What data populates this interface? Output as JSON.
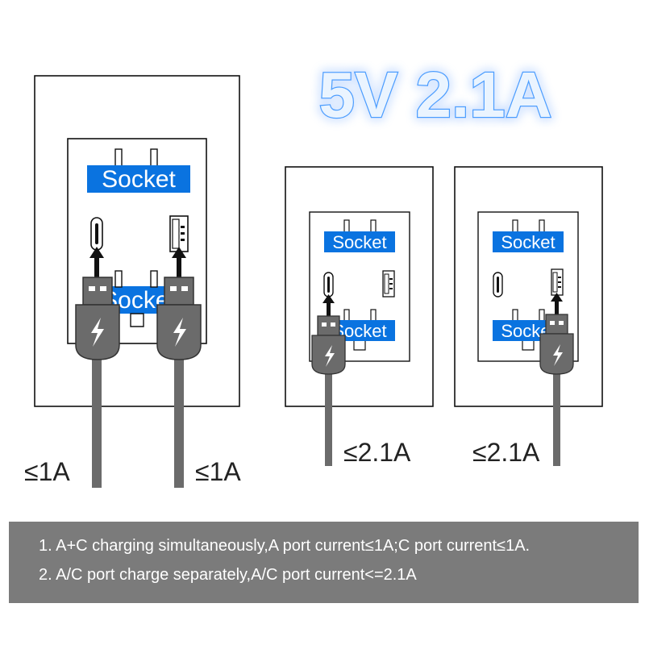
{
  "headline": "5V 2.1A",
  "colors": {
    "socket_label_bg": "#0a73e0",
    "headline_glow": "#4a9dff",
    "notes_bg": "#7b7b7b",
    "cable": "#6b6b6b"
  },
  "panels": [
    {
      "name": "combined-charging",
      "socket_labels": [
        "Socket",
        "Socket"
      ],
      "plugs": [
        {
          "port": "usb-c",
          "current_label": "≤1A"
        },
        {
          "port": "usb-a",
          "current_label": "≤1A"
        }
      ]
    },
    {
      "name": "c-port-only",
      "socket_labels": [
        "Socket",
        "Socket"
      ],
      "plugs": [
        {
          "port": "usb-c",
          "current_label": "≤2.1A"
        }
      ]
    },
    {
      "name": "a-port-only",
      "socket_labels": [
        "Socket",
        "Socket"
      ],
      "plugs": [
        {
          "port": "usb-a",
          "current_label": "≤2.1A"
        }
      ]
    }
  ],
  "notes": [
    "1. A+C charging simultaneously,A port current≤1A;C port current≤1A.",
    "2. A/C  port charge separately,A/C port current<=2.1A"
  ]
}
